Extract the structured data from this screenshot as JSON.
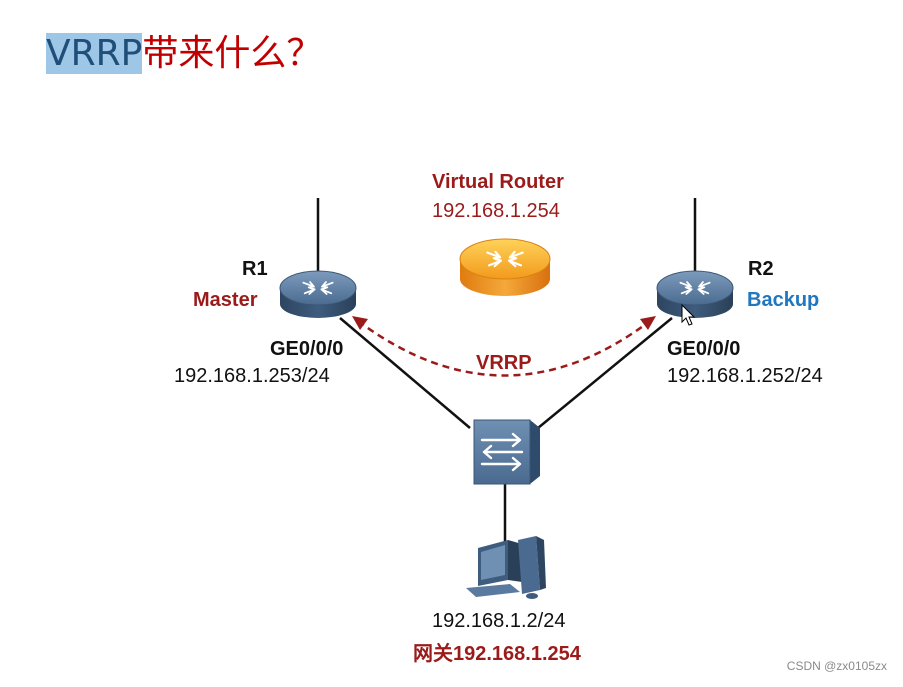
{
  "title": {
    "highlight": "VRRP",
    "rest": "带来什么？"
  },
  "virtual_router": {
    "name": "Virtual Router",
    "ip": "192.168.1.254"
  },
  "r1": {
    "name": "R1",
    "role": "Master",
    "interface": "GE0/0/0",
    "ip": "192.168.1.253/24"
  },
  "r2": {
    "name": "R2",
    "role": "Backup",
    "interface": "GE0/0/0",
    "ip": "192.168.1.252/24"
  },
  "protocol_label": "VRRP",
  "host": {
    "ip": "192.168.1.2/24",
    "gateway": "网关192.168.1.254"
  },
  "watermark": "CSDN @zx0105zx",
  "colors": {
    "title": "#c00000",
    "label_red": "#9b1b1b",
    "backup_blue": "#1f77c0",
    "router_blue": "#4b6c8f",
    "virtual_router_orange": "#f0a020"
  },
  "icons": [
    "router-icon",
    "virtual-router-icon",
    "switch-icon",
    "pc-icon",
    "mouse-cursor-icon"
  ]
}
